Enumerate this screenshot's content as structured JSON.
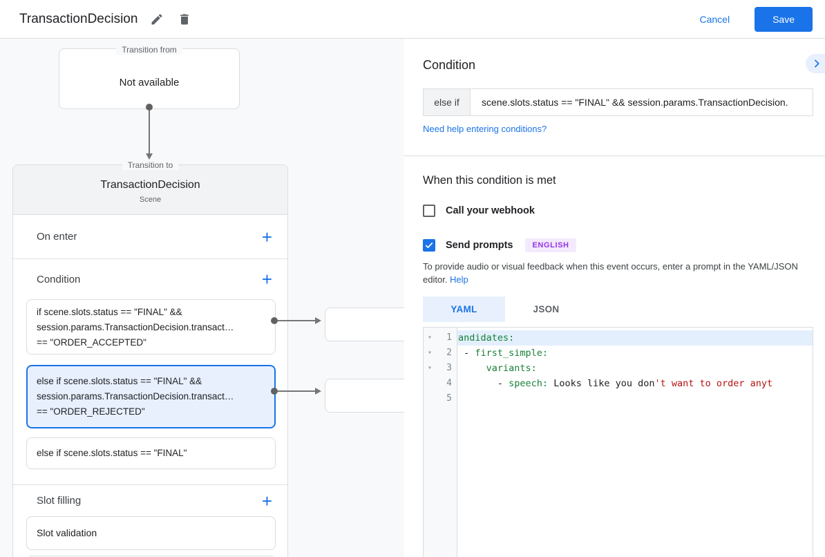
{
  "colors": {
    "accent_blue": "#1a73e8",
    "selection_bg": "#e8f0fe",
    "badge_bg": "#f4eafe",
    "badge_text": "#9334e6",
    "code_key_green": "#188038",
    "code_string_red": "#b31412",
    "canvas_bg": "#f8f9fa"
  },
  "header": {
    "title": "TransactionDecision",
    "cancel_label": "Cancel",
    "save_label": "Save"
  },
  "canvas": {
    "transition_from": {
      "legend": "Transition from",
      "label": "Not available"
    },
    "transition_to": {
      "legend": "Transition to",
      "title": "TransactionDecision",
      "subtitle": "Scene"
    },
    "on_enter": {
      "label": "On enter",
      "add_icon": "+"
    },
    "condition": {
      "label": "Condition",
      "add_icon": "+",
      "cards": [
        {
          "line1": "if scene.slots.status == \"FINAL\" &&",
          "line2": "session.params.TransactionDecision.transact…",
          "line3": "== \"ORDER_ACCEPTED\""
        },
        {
          "line1": "else if scene.slots.status == \"FINAL\" &&",
          "line2": "session.params.TransactionDecision.transact…",
          "line3": "== \"ORDER_REJECTED\""
        },
        {
          "line1": "else if scene.slots.status == \"FINAL\""
        }
      ]
    },
    "slot_filling": {
      "label": "Slot filling",
      "add_icon": "+",
      "cards": [
        {
          "line1": "Slot validation"
        }
      ]
    }
  },
  "panel": {
    "title": "Condition",
    "condition_input": {
      "prefix": "else if",
      "value": "scene.slots.status == \"FINAL\" && session.params.TransactionDecision."
    },
    "help_link": "Need help entering conditions?",
    "when_met": {
      "title": "When this condition is met",
      "webhook_label": "Call your webhook",
      "prompts_label": "Send prompts",
      "language_badge": "ENGLISH",
      "description": "To provide audio or visual feedback when this event occurs, enter a prompt in the YAML/JSON editor.",
      "help_label": "Help"
    },
    "tabs": {
      "yaml": "YAML",
      "json": "JSON"
    }
  },
  "editor": {
    "fold_icon": "▾",
    "lines": [
      {
        "num": "1",
        "key": "andidates:"
      },
      {
        "num": "2",
        "dash": " - ",
        "key": "first_simple:"
      },
      {
        "num": "3",
        "dash": "     ",
        "key": "variants:"
      },
      {
        "num": "4",
        "dash": "       - ",
        "key": "speech:",
        "plain": " Looks like you don",
        "string": "'t want to order anyt"
      },
      {
        "num": "5"
      }
    ]
  }
}
